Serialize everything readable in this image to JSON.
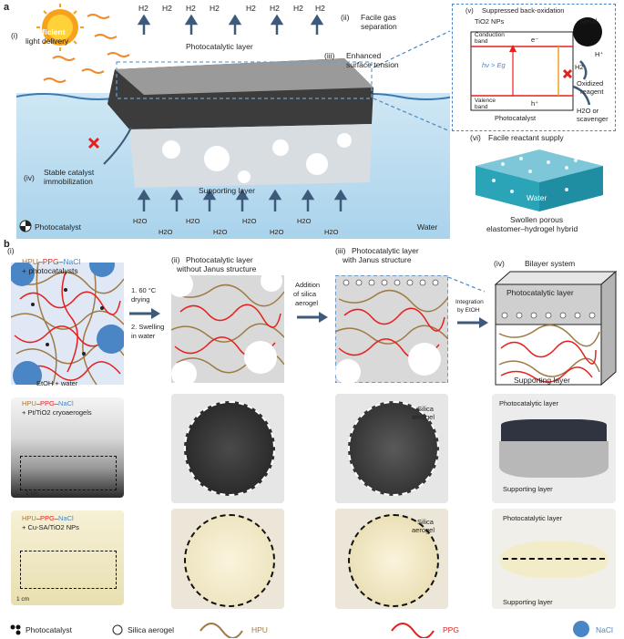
{
  "panel_a": {
    "label": "a",
    "sun_label": "(i)",
    "sun_text_1": "Efficient",
    "sun_text_2": "light delivery",
    "h2_labels": [
      "H2",
      "H2",
      "H2",
      "H2",
      "H2",
      "H2",
      "H2",
      "H2"
    ],
    "gas_label": "(ii)",
    "gas_text_1": "Facile gas",
    "gas_text_2": "separation",
    "photocatalytic_layer": "Photocatalytic layer",
    "surface_label": "(iii)",
    "surface_text_1": "Enhanced",
    "surface_text_2": "surface tension",
    "immob_label": "(iv)",
    "immob_text_1": "Stable catalyst",
    "immob_text_2": "immobilization",
    "supporting_layer": "Supporting layer",
    "h2o_labels": [
      "H2O",
      "H2O",
      "H2O",
      "H2O",
      "H2O",
      "H2O",
      "H2O",
      "H2O"
    ],
    "legend_photocatalyst": "Photocatalyst",
    "water": "Water",
    "inset_label": "(v)",
    "inset_title": "Suppressed back-oxidation",
    "tio2": "TiO2 NPs",
    "metal": "Metal",
    "conduction_1": "Conduction",
    "conduction_2": "band",
    "electron": "e⁻",
    "hv": "hν > Eg",
    "h2": "H2",
    "hplus": "H⁺",
    "oxidized_1": "Oxidized",
    "oxidized_2": "reagent",
    "valence_1": "Valence",
    "valence_2": "band",
    "hole": "h⁺",
    "photocatalyst": "Photocatalyst",
    "scav_1": "H2O or",
    "scav_2": "scavenger",
    "reactant_label": "(vi)",
    "reactant_text": "Facile reactant supply",
    "water_cube": "Water",
    "swollen_1": "Swollen porous",
    "swollen_2": "elastomer–hydrogel hybrid"
  },
  "panel_b": {
    "label": "b",
    "step1_label": "(i)",
    "step1_hpu": "HPU",
    "step1_ppg": "PPG",
    "step1_nacl": "NaCl",
    "step1_sep": "–",
    "step1_plus": "+ photocatalysts",
    "etoh_water": "EtOH + water",
    "arrow1_1": "1. 60 °C",
    "arrow1_2": "drying",
    "arrow1_3": "2. Swelling",
    "arrow1_4": "in water",
    "step2_label": "(ii)",
    "step2_text_1": "Photocatalytic layer",
    "step2_text_2": "without Janus structure",
    "arrow2_1": "Addition",
    "arrow2_2": "of silica",
    "arrow2_3": "aerogel",
    "step3_label": "(iii)",
    "step3_text_1": "Photocatalytic layer",
    "step3_text_2": "with Janus structure",
    "arrow3_1": "Integration",
    "arrow3_2": "by EtOH",
    "step4_label": "(iv)",
    "step4_text": "Bilayer system",
    "bilayer_top": "Photocatalytic layer",
    "bilayer_bottom": "Supporting layer",
    "row1_caption_plus": "+ Pt/TiO2 cryoaerogels",
    "scale_1cm": "1 cm",
    "silica_aerogel_1": "Silica",
    "silica_aerogel_2": "aerogel",
    "photo_top": "Photocatalytic layer",
    "photo_bottom": "Supporting layer",
    "row2_caption_plus": "+ Cu-SA/TiO2 NPs",
    "legend_photocatalyst": "Photocatalyst",
    "legend_silica": "Silica aerogel",
    "legend_hpu": "HPU",
    "legend_ppg": "PPG",
    "legend_nacl": "NaCl"
  },
  "colors": {
    "hpu": "#a07a45",
    "ppg": "#e5201e",
    "nacl": "#4a86c6",
    "water": "#a9d3ec",
    "arrow": "#3d5a7a",
    "inset_border": "#4a86c6"
  }
}
